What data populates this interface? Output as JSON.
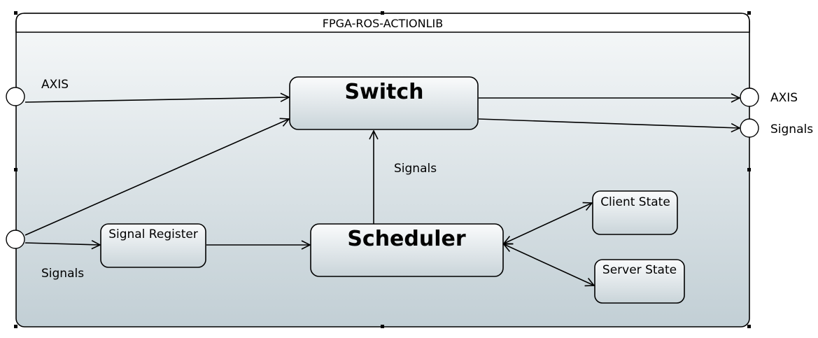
{
  "container": {
    "title": "FPGA-ROS-ACTIONLIB"
  },
  "blocks": {
    "switch": "Switch",
    "scheduler": "Scheduler",
    "signal_register": "Signal Register",
    "client_state": "Client State",
    "server_state": "Server State"
  },
  "labels": {
    "axis_in": "AXIS",
    "signals_in": "Signals",
    "axis_out": "AXIS",
    "signals_out": "Signals",
    "scheduler_to_switch": "Signals"
  }
}
